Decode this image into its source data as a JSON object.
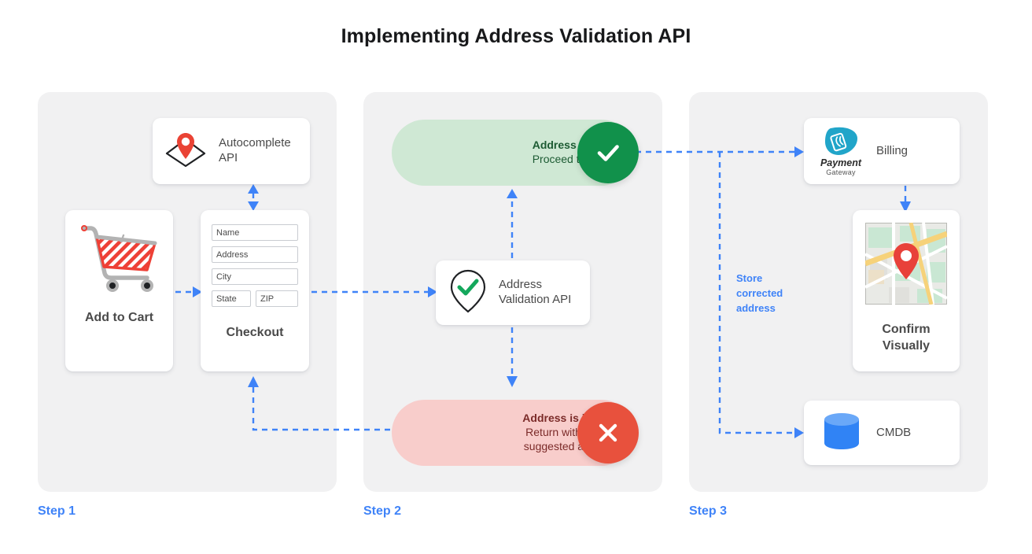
{
  "page": {
    "title": "Implementing Address Validation API",
    "accent_blue": "#3f83f8",
    "panel_bg": "#f1f1f2",
    "valid_green": "#11914b",
    "invalid_red": "#e8513d"
  },
  "steps": [
    {
      "label": "Step 1"
    },
    {
      "label": "Step 2"
    },
    {
      "label": "Step 3"
    }
  ],
  "step1": {
    "autocomplete": {
      "label": "Autocomplete\nAPI",
      "line1": "Autocomplete",
      "line2": "API",
      "icon": "map-pin-envelope-icon"
    },
    "cart": {
      "caption": "Add to Cart",
      "icon": "shopping-cart-icon"
    },
    "checkout": {
      "caption": "Checkout",
      "fields": [
        {
          "name": "name-field",
          "placeholder": "Name"
        },
        {
          "name": "address-field",
          "placeholder": "Address"
        },
        {
          "name": "city-field",
          "placeholder": "City"
        },
        {
          "name": "state-field",
          "placeholder": "State"
        },
        {
          "name": "zip-field",
          "placeholder": "ZIP"
        }
      ]
    }
  },
  "step2": {
    "validation_api": {
      "line1": "Address",
      "line2": "Validation API",
      "icon": "pin-check-icon"
    },
    "valid": {
      "headline": "Address is valid.",
      "detail": "Proceed to billing.",
      "icon": "check-icon"
    },
    "invalid": {
      "headline": "Address is invalid.",
      "detail_line1": "Return with Google",
      "detail_line2": "suggested address.",
      "icon": "close-x-icon"
    }
  },
  "step3": {
    "billing": {
      "label": "Billing",
      "logo_primary": "Payment",
      "logo_secondary": "Gateway",
      "icon": "payment-gateway-icon"
    },
    "map": {
      "caption_line1": "Confirm",
      "caption_line2": "Visually",
      "icon": "map-thumbnail-icon"
    },
    "cmdb": {
      "label": "CMDB",
      "icon": "database-cylinder-icon"
    },
    "annotation": {
      "line1": "Store",
      "line2": "corrected",
      "line3": "address"
    }
  }
}
